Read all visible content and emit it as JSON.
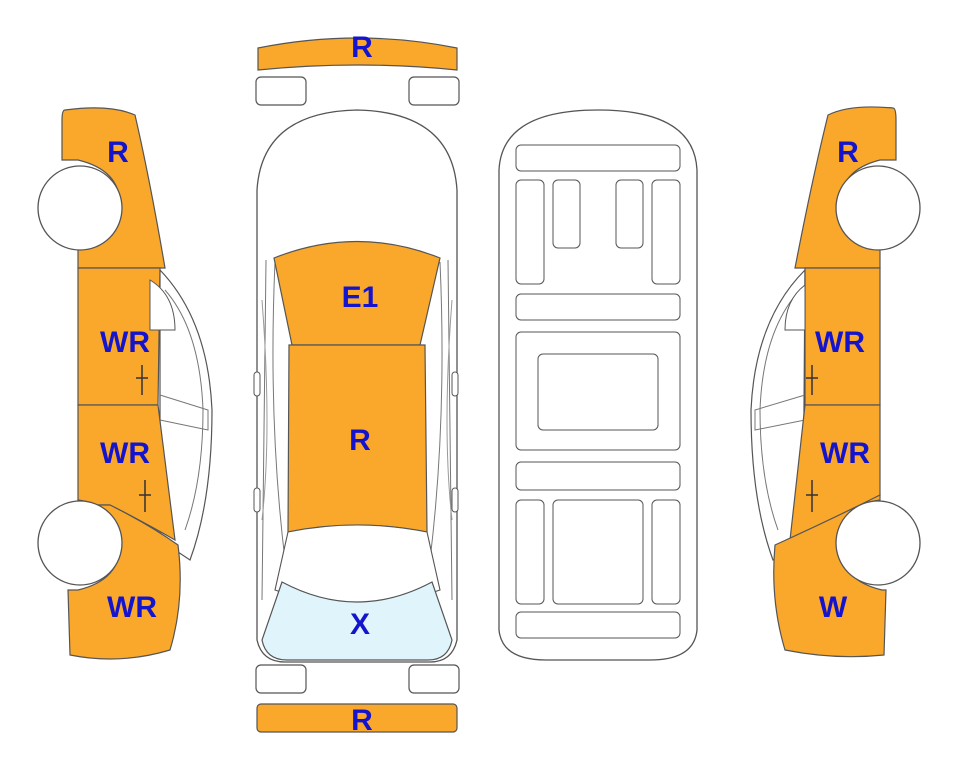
{
  "colors": {
    "damaged": "#FAA82C",
    "glass_damaged": "#E0F5FB",
    "outline": "#555555",
    "label": "#1414CC",
    "body_fill": "#ffffff"
  },
  "labels": {
    "front_bumper": "R",
    "rear_bumper": "R",
    "hood": "E1",
    "roof": "R",
    "rear_glass": "X",
    "left_front_fender": "R",
    "left_front_door": "WR",
    "left_rear_door": "WR",
    "left_rear_quarter": "WR",
    "right_front_fender": "R",
    "right_front_door": "WR",
    "right_rear_door": "WR",
    "right_rear_quarter": "W"
  }
}
